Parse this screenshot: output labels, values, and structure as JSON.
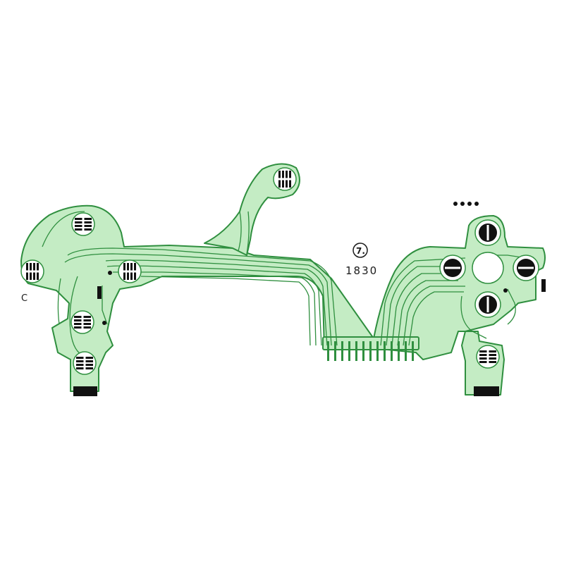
{
  "labels": {
    "corner_mark": "C",
    "batch_code": "1830",
    "maker_logo": "7."
  },
  "colors": {
    "film": "#c4ecc4",
    "trace": "#2f8f3f",
    "contact": "#111111",
    "background": "#ffffff"
  },
  "icons": [
    "dpad-contact-icon",
    "button-contact-icon",
    "maker-logo-icon",
    "ribbon-connector-icon"
  ]
}
